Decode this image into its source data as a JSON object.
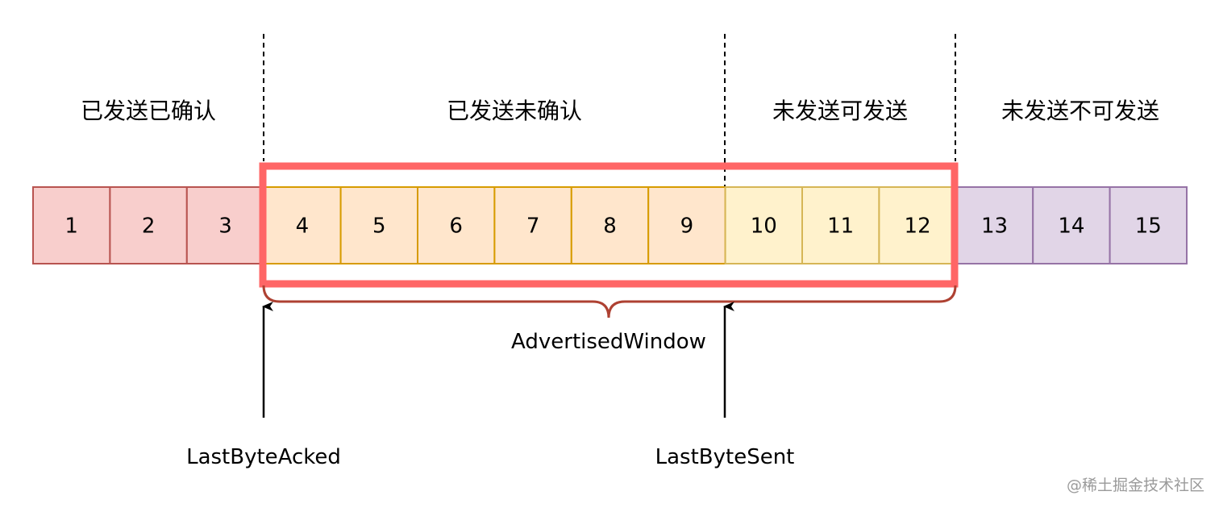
{
  "regions": [
    {
      "label": "已发送已确认"
    },
    {
      "label": "已发送未确认"
    },
    {
      "label": "未发送可发送"
    },
    {
      "label": "未发送不可发送"
    }
  ],
  "cells": [
    {
      "label": "1",
      "fill": "#f8cecc",
      "stroke": "#b85450"
    },
    {
      "label": "2",
      "fill": "#f8cecc",
      "stroke": "#b85450"
    },
    {
      "label": "3",
      "fill": "#f8cecc",
      "stroke": "#b85450"
    },
    {
      "label": "4",
      "fill": "#ffe6cc",
      "stroke": "#d79b00"
    },
    {
      "label": "5",
      "fill": "#ffe6cc",
      "stroke": "#d79b00"
    },
    {
      "label": "6",
      "fill": "#ffe6cc",
      "stroke": "#d79b00"
    },
    {
      "label": "7",
      "fill": "#ffe6cc",
      "stroke": "#d79b00"
    },
    {
      "label": "8",
      "fill": "#ffe6cc",
      "stroke": "#d79b00"
    },
    {
      "label": "9",
      "fill": "#ffe6cc",
      "stroke": "#d79b00"
    },
    {
      "label": "10",
      "fill": "#fff2cc",
      "stroke": "#d6b656"
    },
    {
      "label": "11",
      "fill": "#fff2cc",
      "stroke": "#d6b656"
    },
    {
      "label": "12",
      "fill": "#fff2cc",
      "stroke": "#d6b656"
    },
    {
      "label": "13",
      "fill": "#e1d5e7",
      "stroke": "#9673a6"
    },
    {
      "label": "14",
      "fill": "#e1d5e7",
      "stroke": "#9673a6"
    },
    {
      "label": "15",
      "fill": "#e1d5e7",
      "stroke": "#9673a6"
    }
  ],
  "window": {
    "label": "AdvertisedWindow",
    "border_color": "#ff6666",
    "brace_color": "#ae4132"
  },
  "pointers": {
    "last_byte_acked": "LastByteAcked",
    "last_byte_sent": "LastByteSent"
  },
  "watermark": "@稀土掘金技术社区"
}
